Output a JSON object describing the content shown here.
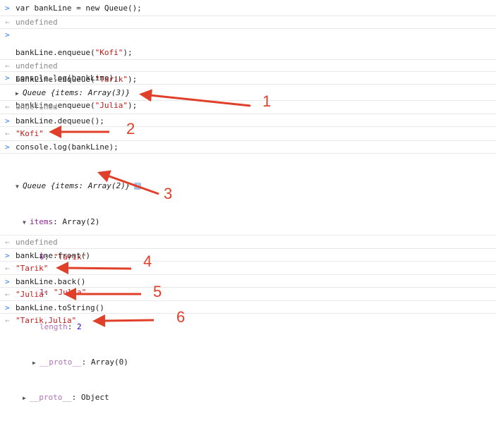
{
  "console": {
    "cmd1": "var bankLine = new Queue();",
    "res1": "undefined",
    "cmd2_l1_pre": "bankLine.enqueue(",
    "cmd2_l1_str": "\"Kofi\"",
    "cmd2_l1_post": ");",
    "cmd2_l2_pre": "bankLine.enqueue(",
    "cmd2_l2_str": "\"Tarik\"",
    "cmd2_l2_post": ");",
    "cmd2_l3_pre": "bankLine.enqueue(",
    "cmd2_l3_str": "\"Julia\"",
    "cmd2_l3_post": ");",
    "res2": "undefined",
    "cmd3": "console.log(bankLine);",
    "log1": "Queue {items: Array(3)}",
    "res3": "undefined",
    "cmd4": "bankLine.dequeue();",
    "res4": "\"Kofi\"",
    "cmd5": "console.log(bankLine);",
    "log2_head": "Queue {items: Array(2)}",
    "log2_badge": "i",
    "items_key": "items",
    "items_val": "Array(2)",
    "idx0_key": "0",
    "idx0_val": "\"Tarik\"",
    "idx1_key": "1",
    "idx1_val": "\"Julia\"",
    "length_key": "length",
    "length_val": "2",
    "proto_inner_key": "__proto__",
    "proto_inner_val": "Array(0)",
    "proto_outer_key": "__proto__",
    "proto_outer_val": "Object",
    "res5": "undefined",
    "cmd6": "bankLine.front()",
    "res6": "\"Tarik\"",
    "cmd7": "bankLine.back()",
    "res7": "\"Julia\"",
    "cmd8": "bankLine.toString()",
    "res8": "\"Tarik,Julia\""
  },
  "annotations": {
    "n1": "1",
    "n2": "2",
    "n3": "3",
    "n4": "4",
    "n5": "5",
    "n6": "6",
    "color": "#e0402a"
  },
  "glyphs": {
    "prompt": ">",
    "result": "←",
    "collapsed": "▶",
    "expanded": "▼"
  }
}
